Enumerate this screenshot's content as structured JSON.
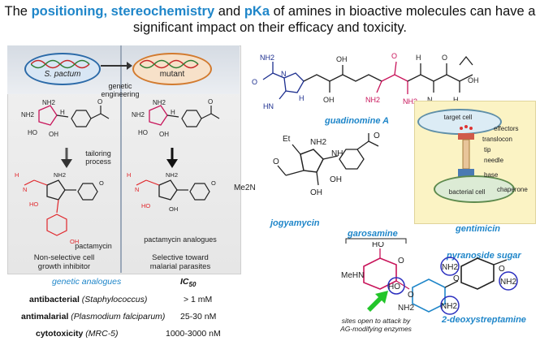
{
  "heading": {
    "part1": "The ",
    "hl1": "positioning, stereochemistry",
    "part2": " and ",
    "hl2": "pKa",
    "part3": " of amines in bioactive molecules can have a",
    "line2": "significant impact on their efficacy and toxicity."
  },
  "panel": {
    "organism": "S. pactum",
    "mutant": "mutant",
    "engineering_line1": "genetic",
    "engineering_line2": "engineering",
    "tailoring_line1": "tailoring",
    "tailoring_line2": "process",
    "pactamycin": "pactamycin",
    "analogues": "pactamycin analogues",
    "left_caption_line1": "Non-selective cell",
    "left_caption_line2": "growth inhibitor",
    "right_caption_line1": "Selective toward",
    "right_caption_line2": "malarial parasites"
  },
  "table": {
    "header_label": "genetic analogues",
    "header_value": "IC50",
    "rows": [
      {
        "label": "antibacterial",
        "organism": "(Staphylococcus)",
        "value": "> 1 mM"
      },
      {
        "label": "antimalarial",
        "organism": "(Plasmodium falciparum)",
        "value": "25-30 nM"
      },
      {
        "label": "cytotoxicity",
        "organism": "(MRC-5)",
        "value": "1000-3000 nM"
      }
    ]
  },
  "molecules": {
    "guadinomine": "guadinomine A",
    "jogyamycin": "jogyamycin",
    "gentimicin": "gentimicin",
    "garosamine": "garosamine",
    "pyranoside": "pyranoside sugar",
    "deoxystreptamine": "2-deoxystreptamine",
    "sites_line1": "sites open to attack by",
    "sites_line2": "AG-modifying enzymes"
  },
  "secretion": {
    "target_cell": "target cell",
    "effectors": "effectors",
    "translocon": "translocon",
    "tip": "tip",
    "needle": "needle",
    "base": "base",
    "bacterial_cell": "bacterial cell",
    "chaperone": "chaperone"
  },
  "atoms": {
    "nh2": "NH2",
    "oh": "OH",
    "ho": "HO",
    "nh": "NH",
    "hn": "HN",
    "h": "H",
    "n": "N",
    "o": "O",
    "me2n": "Me2N",
    "mehn": "MeHN",
    "et": "Et"
  },
  "colors": {
    "accent_blue": "#1f86c9",
    "magenta": "#c8145a",
    "red": "#e0262b",
    "navy": "#1d2f8f",
    "green": "#22c52a"
  }
}
